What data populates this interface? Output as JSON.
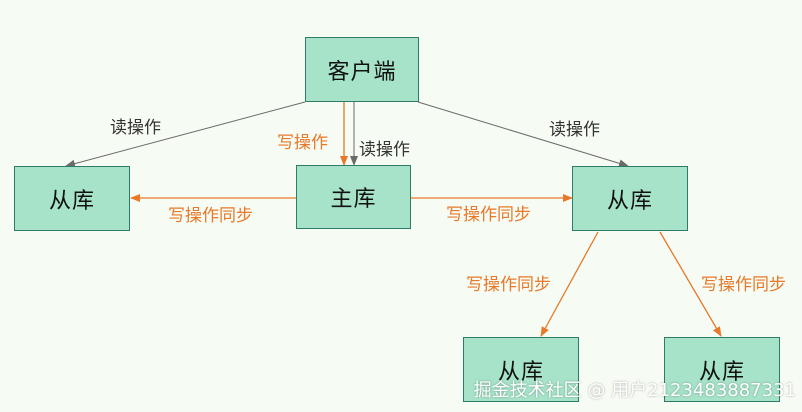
{
  "nodes": {
    "client": "客户端",
    "master": "主库",
    "slave_left": "从库",
    "slave_right": "从库",
    "slave_bottom_left": "从库",
    "slave_bottom_right": "从库"
  },
  "edges": {
    "read_left": "读操作",
    "write_down": "写操作",
    "read_down": "读操作",
    "read_right": "读操作",
    "sync_left": "写操作同步",
    "sync_right": "写操作同步",
    "sync_bottom_left": "写操作同步",
    "sync_bottom_right": "写操作同步"
  },
  "colors": {
    "node_fill": "#a6e3c9",
    "node_border": "#2f7b6b",
    "read_arrow": "#6b6b6b",
    "write_arrow": "#e8792a",
    "background": "#f6fbf3"
  },
  "watermark": "掘金技术社区 @ 用户2123483887331"
}
